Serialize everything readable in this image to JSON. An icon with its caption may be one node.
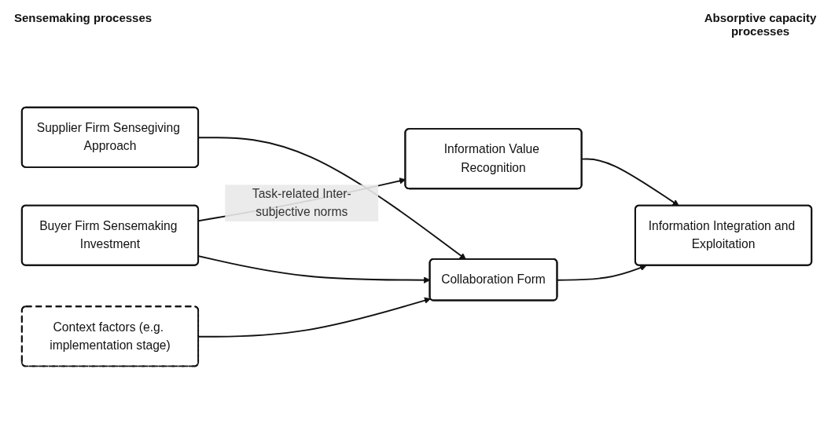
{
  "diagram": {
    "nodes": [
      {
        "text": [
          "Buyer Firm Sensemaking Investment"
        ]
      },
      {
        "text": [
          "Information Value Recognition"
        ]
      },
      {
        "text": [
          "Collaboration Form"
        ]
      },
      {
        "text": [
          "Supplier Firm Sensegiving Approach"
        ]
      },
      {
        "text": [
          "Context factors (e.g. implementation stage)"
        ]
      },
      {
        "text": [
          "Information Integration and Exploitation"
        ]
      }
    ],
    "edges": [
      {
        "from": 0,
        "to": 1,
        "arrow": "to",
        "label": "Task-related Inter-subjective norms"
      },
      {
        "from": 0,
        "to": 2,
        "arrow": "to"
      },
      {
        "from": 3,
        "to": 2,
        "arrow": "to"
      },
      {
        "from": 4,
        "to": 2,
        "arrow": "to"
      },
      {
        "from": 2,
        "to": 5,
        "arrow": "to"
      },
      {
        "from": 1,
        "to": 5,
        "arrow": "to"
      }
    ],
    "labels": [
      "Sensemaking processes",
      "Absorptive capacity processes"
    ]
  }
}
